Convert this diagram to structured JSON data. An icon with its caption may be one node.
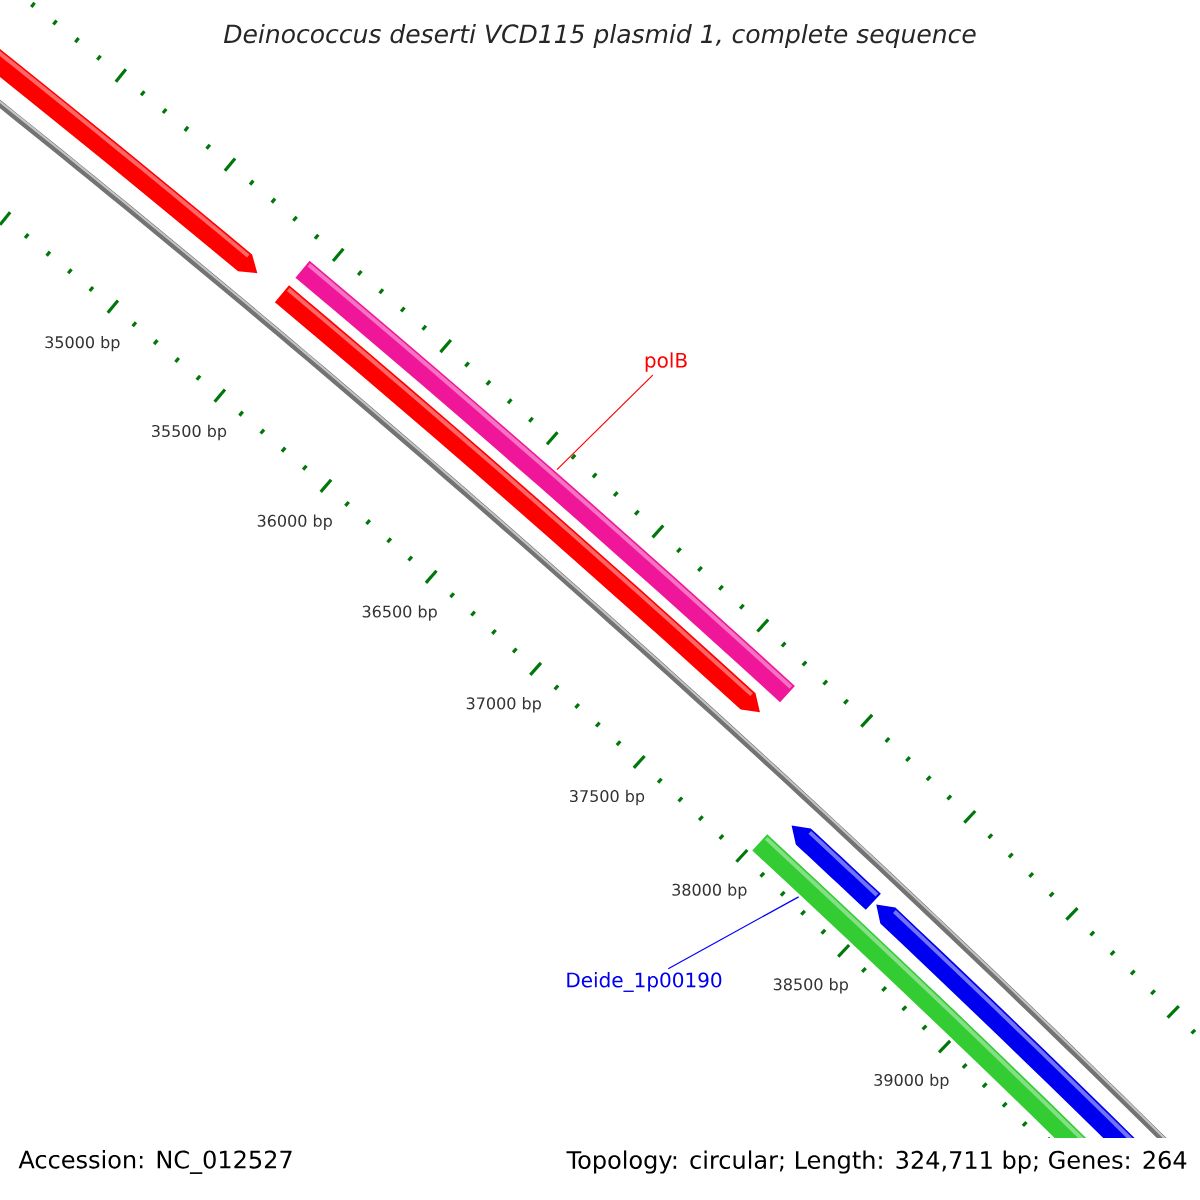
{
  "diagram": {
    "title": "Deinococcus deserti VCD115 plasmid 1, complete sequence",
    "nodes": [
      {
        "text": [
          "polB"
        ]
      },
      {
        "text": [],
        "shape": "bar"
      },
      {
        "text": [
          "Deide_1p00190"
        ]
      },
      {
        "text": [],
        "shape": "bar"
      }
    ],
    "edges": [
      {
        "from": 0,
        "to": 1,
        "arrow": "none",
        "color": "#ff0000"
      },
      {
        "from": 2,
        "to": 3,
        "arrow": "none",
        "color": "#0000ff"
      }
    ],
    "labels": [
      "35000 bp",
      "35500 bp",
      "36000 bp",
      "36500 bp",
      "37000 bp",
      "37500 bp",
      "38000 bp",
      "38500 bp",
      "39000 bp",
      "Accession: NC_012527",
      "Topology: circular; Length: 324,711 bp; Genes: 264"
    ]
  }
}
